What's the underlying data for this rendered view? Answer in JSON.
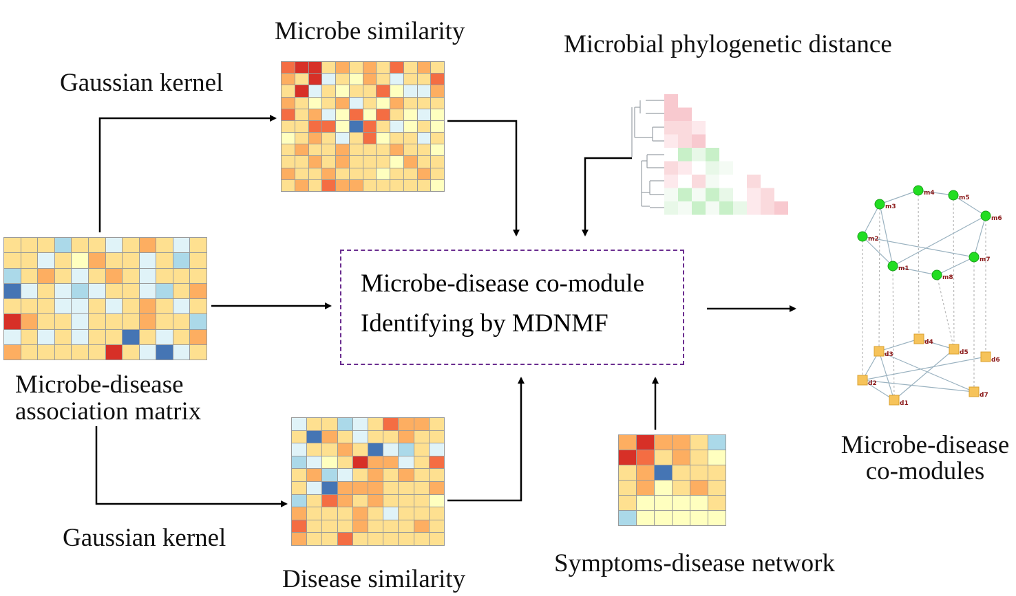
{
  "labels": {
    "microbe_similarity": "Microbe similarity",
    "phylo_distance": "Microbial phylogenetic distance",
    "gaussian_kernel_top": "Gaussian kernel",
    "gaussian_kernel_bottom": "Gaussian kernel",
    "association_matrix_line1": "Microbe-disease",
    "association_matrix_line2": "association matrix",
    "process_line1": "Microbe-disease co-module",
    "process_line2": "Identifying by MDNMF",
    "disease_similarity": "Disease similarity",
    "symptoms_network": "Symptoms-disease network",
    "comodules_line1": "Microbe-disease",
    "comodules_line2": "co-modules"
  },
  "network": {
    "microbe_nodes": [
      "m1",
      "m2",
      "m3",
      "m4",
      "m5",
      "m6",
      "m7",
      "m8"
    ],
    "disease_nodes": [
      "d1",
      "d2",
      "d3",
      "d4",
      "d5",
      "d6",
      "d7"
    ],
    "microbe_color": "#22dd22",
    "disease_color": "#f6c35a"
  },
  "colors": {
    "arrow": "#000000",
    "dashed_box": "#6a2c8f",
    "heat_dark_red": "#d73027",
    "heat_red": "#f46d43",
    "heat_orange": "#fdae61",
    "heat_yellow": "#fee090",
    "heat_pale": "#ffffbf",
    "heat_lightblue": "#e0f3f8",
    "heat_blue": "#abd9e9",
    "heat_dark_blue": "#4575b4"
  }
}
